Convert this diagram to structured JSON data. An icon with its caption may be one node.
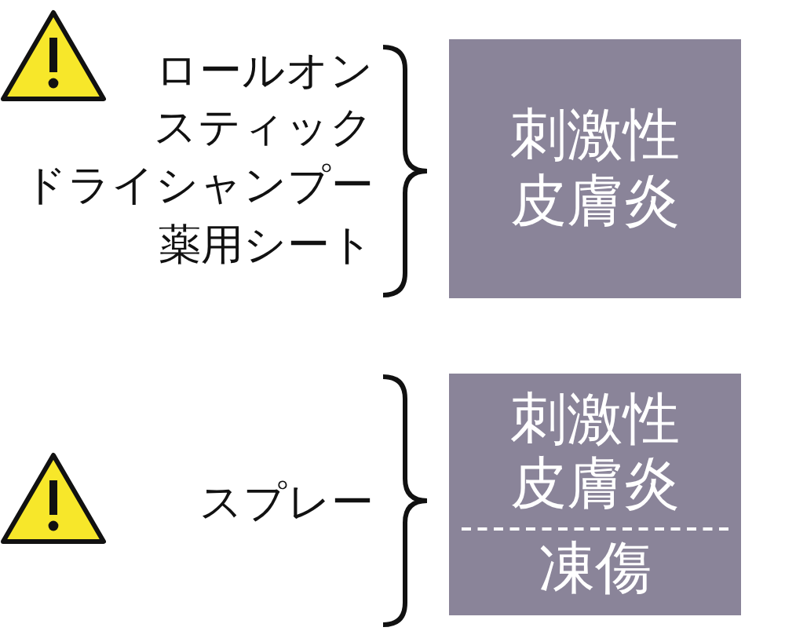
{
  "diagram": {
    "nodes": [
      {
        "text": [
          "刺激性皮膚炎"
        ]
      },
      {
        "text": [
          "刺激性皮膚炎",
          "凍傷"
        ]
      }
    ],
    "edges": [],
    "labels": [
      "ロールオン",
      "スティック",
      "ドライシャンプー",
      "薬用シート",
      "スプレー"
    ]
  }
}
